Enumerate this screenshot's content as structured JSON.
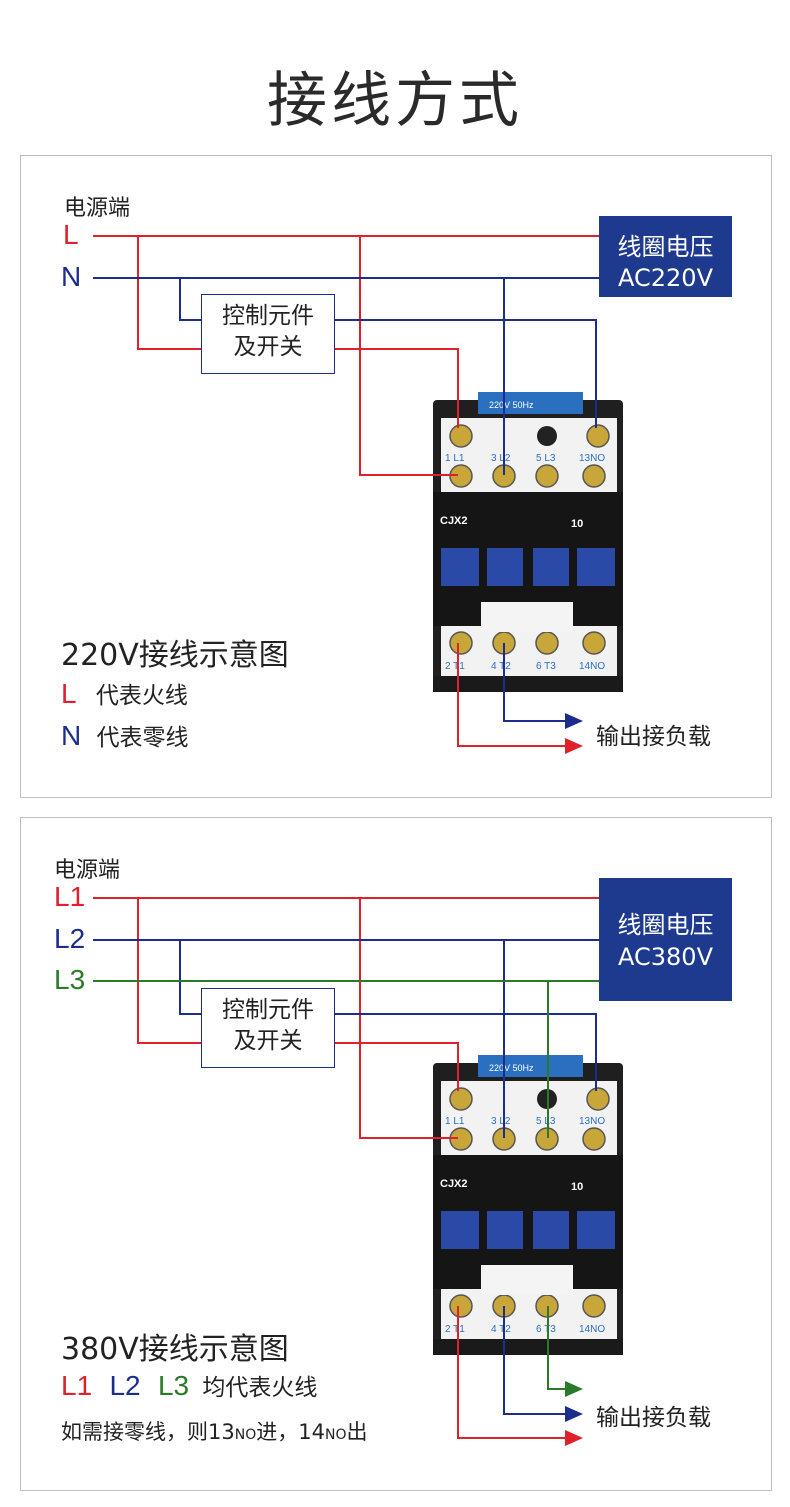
{
  "page_title": "接线方式",
  "panel_220": {
    "source_label": "电源端",
    "lines": [
      "L",
      "N"
    ],
    "coil_box": {
      "line1": "线圈电压",
      "line2": "AC220V"
    },
    "control_box": {
      "line1": "控制元件",
      "line2": "及开关"
    },
    "contactor": {
      "model": "CJX2",
      "rating": "10",
      "top_plate": "220V  50Hz",
      "top_labels": [
        "1 L1",
        "3 L2",
        "5 L3",
        "13NO"
      ],
      "bottom_labels": [
        "2 T1",
        "4 T2",
        "6 T3",
        "14NO"
      ]
    },
    "output_label": "输出接负载",
    "diagram_title": "220V接线示意图",
    "legend": [
      {
        "symbol": "L",
        "text": "代表火线",
        "color": "#e0212b"
      },
      {
        "symbol": "N",
        "text": "代表零线",
        "color": "#1c2d8e"
      }
    ]
  },
  "panel_380": {
    "source_label": "电源端",
    "lines": [
      "L1",
      "L2",
      "L3"
    ],
    "coil_box": {
      "line1": "线圈电压",
      "line2": "AC380V"
    },
    "control_box": {
      "line1": "控制元件",
      "line2": "及开关"
    },
    "contactor": {
      "model": "CJX2",
      "rating": "10",
      "top_plate": "220V  50Hz",
      "top_labels": [
        "1 L1",
        "3 L2",
        "5 L3",
        "13NO"
      ],
      "bottom_labels": [
        "2 T1",
        "4 T2",
        "6 T3",
        "14NO"
      ]
    },
    "output_label": "输出接负载",
    "diagram_title": "380V接线示意图",
    "legend": {
      "l1": "L1",
      "l2": "L2",
      "l3": "L3",
      "text": "均代表火线"
    },
    "note": {
      "prefix": "如需接零线，则13",
      "no1": "NO",
      "mid": "进，14",
      "no2": "NO",
      "suffix": "出"
    }
  },
  "colors": {
    "live": "#e0212b",
    "neutral": "#1c2d8e",
    "l3": "#2a7a2a",
    "coil_bg": "#1d3a8f"
  }
}
